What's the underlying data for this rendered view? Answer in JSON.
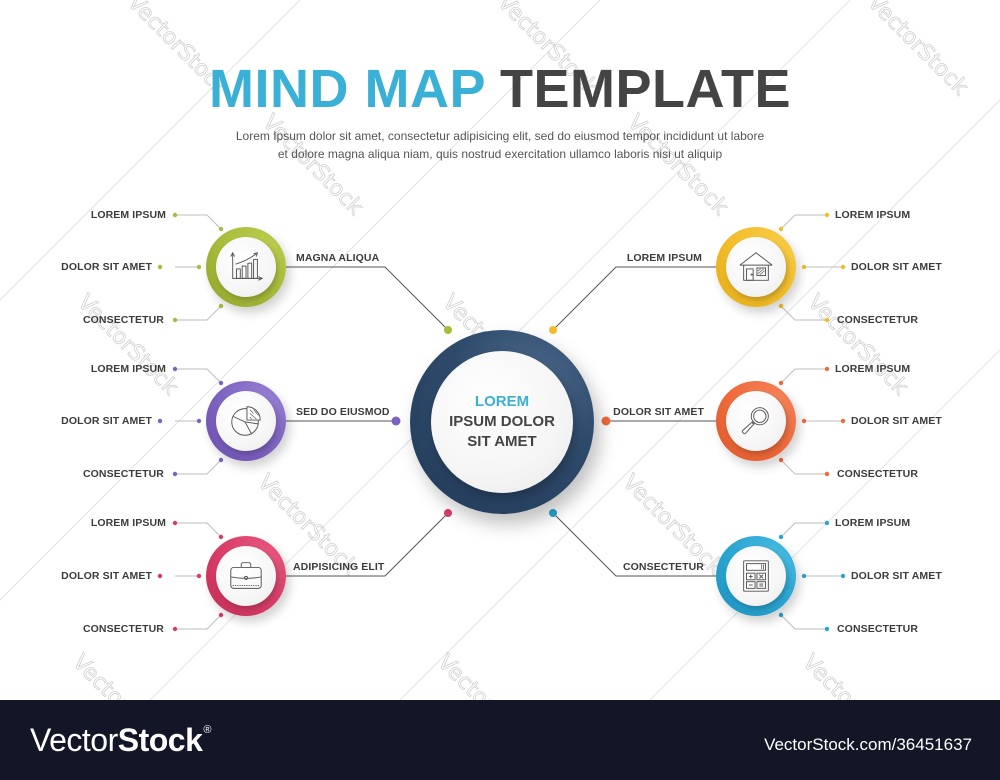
{
  "header": {
    "title_part1": "MIND MAP",
    "title_part2": "TEMPLATE",
    "subtitle_line1": "Lorem Ipsum dolor sit amet, consectetur adipisicing elit, sed do eiusmod tempor incididunt ut labore",
    "subtitle_line2": "et dolore magna aliqua niam, quis nostrud exercitation ullamco laboris nisi ut aliquip"
  },
  "center": {
    "line1": "LOREM",
    "line2": "IPSUM DOLOR",
    "line3": "SIT AMET",
    "ring_color": "#2b4666",
    "accent_color": "#3bb0d6"
  },
  "branches": [
    {
      "id": "top-left",
      "side": "left",
      "label": "MAGNA ALIQUA",
      "icon": "bar-chart-growth-icon",
      "color": "#a8bb3a",
      "sub_items": [
        "LOREM IPSUM",
        "DOLOR SIT AMET",
        "CONSECTETUR"
      ]
    },
    {
      "id": "middle-left",
      "side": "left",
      "label": "SED DO EIUSMOD",
      "icon": "pie-chart-icon",
      "color": "#7d63c0",
      "sub_items": [
        "LOREM IPSUM",
        "DOLOR SIT AMET",
        "CONSECTETUR"
      ]
    },
    {
      "id": "bottom-left",
      "side": "left",
      "label": "ADIPISICING ELIT",
      "icon": "briefcase-icon",
      "color": "#d83d67",
      "sub_items": [
        "LOREM IPSUM",
        "DOLOR SIT AMET",
        "CONSECTETUR"
      ]
    },
    {
      "id": "top-right",
      "side": "right",
      "label": "LOREM IPSUM",
      "icon": "house-icon",
      "color": "#f2bd2a",
      "sub_items": [
        "LOREM IPSUM",
        "DOLOR SIT AMET",
        "CONSECTETUR"
      ]
    },
    {
      "id": "middle-right",
      "side": "right",
      "label": "DOLOR SIT AMET",
      "icon": "magnifier-icon",
      "color": "#ef6a3b",
      "sub_items": [
        "LOREM IPSUM",
        "DOLOR SIT AMET",
        "CONSECTETUR"
      ]
    },
    {
      "id": "bottom-right",
      "side": "right",
      "label": "CONSECTETUR",
      "icon": "calculator-icon",
      "color": "#2aa5d2",
      "sub_items": [
        "LOREM IPSUM",
        "DOLOR SIT AMET",
        "CONSECTETUR"
      ]
    }
  ],
  "watermark": {
    "text": "VectorStock"
  },
  "footer": {
    "brand_part1": "Vector",
    "brand_part2": "Stock",
    "registered": "®",
    "url": "VectorStock.com/36451637",
    "background": "#131626"
  }
}
